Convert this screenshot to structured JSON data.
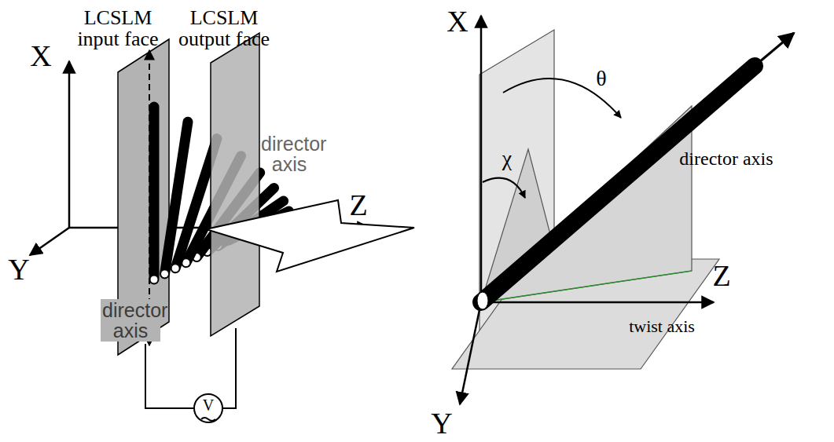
{
  "diagram": {
    "labels": [
      "LCSLM input face",
      "LCSLM output face",
      "X",
      "Y",
      "Z",
      "director axis",
      "director axis",
      "V",
      "X",
      "χ",
      "θ",
      "director axis",
      "Z",
      "twist axis",
      "Y"
    ]
  }
}
